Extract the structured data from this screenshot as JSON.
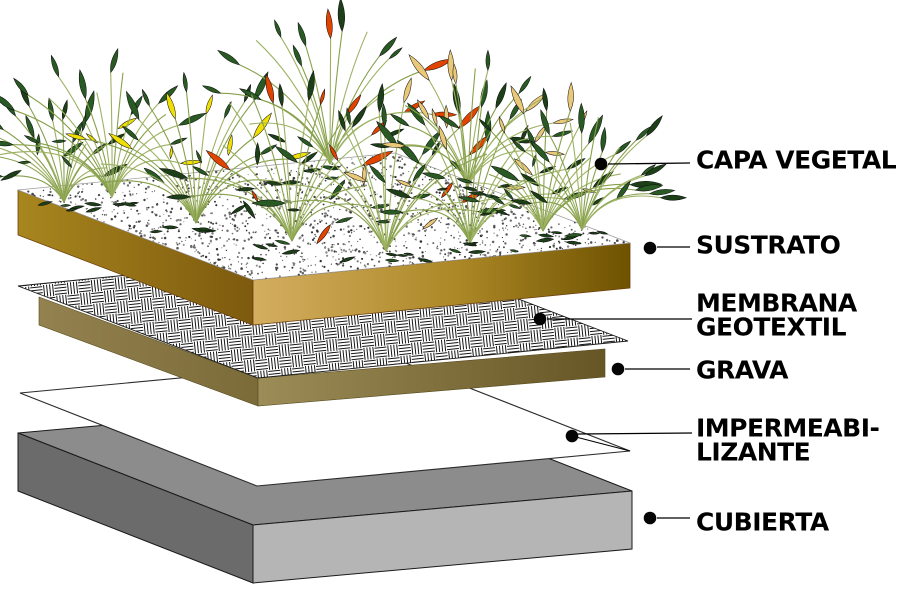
{
  "diagram": {
    "type": "exploded-layer-diagram",
    "subject": "green roof construction layers",
    "background": "#ffffff",
    "labels": [
      {
        "id": "capa-vegetal",
        "lines": [
          "CAPA VEGETAL"
        ]
      },
      {
        "id": "sustrato",
        "lines": [
          "SUSTRATO"
        ]
      },
      {
        "id": "membrana-geotextil",
        "lines": [
          "MEMBRANA",
          "GEOTEXTIL"
        ]
      },
      {
        "id": "grava",
        "lines": [
          "GRAVA"
        ]
      },
      {
        "id": "impermeabilizante",
        "lines": [
          "IMPERMEABI-",
          "LIZANTE"
        ]
      },
      {
        "id": "cubierta",
        "lines": [
          "CUBIERTA"
        ]
      }
    ],
    "colors": {
      "label_text": "#000000",
      "leader_line": "#000000",
      "leader_dot": "#050505",
      "sustrato_left_face": "#9c7a1b",
      "sustrato_right_face_light": "#d4ae60",
      "sustrato_right_face_dark": "#6e5200",
      "grava_face_light": "#9c8c57",
      "grava_face_dark": "#665626",
      "membrane_hatch": "#151515",
      "impermeabilizante_fill": "#ffffff",
      "cubierta_top": "#8c8c8c",
      "cubierta_left": "#6b6b6b",
      "cubierta_right": "#b5b5b5",
      "plant_dark_green": "#1c3f18",
      "plant_green": "#2a5a24",
      "plant_stem": "#9db263",
      "plant_yellow": "#f0df05",
      "plant_red": "#e04400",
      "plant_wheat": "#e9c878",
      "speckle": "#555555"
    }
  }
}
